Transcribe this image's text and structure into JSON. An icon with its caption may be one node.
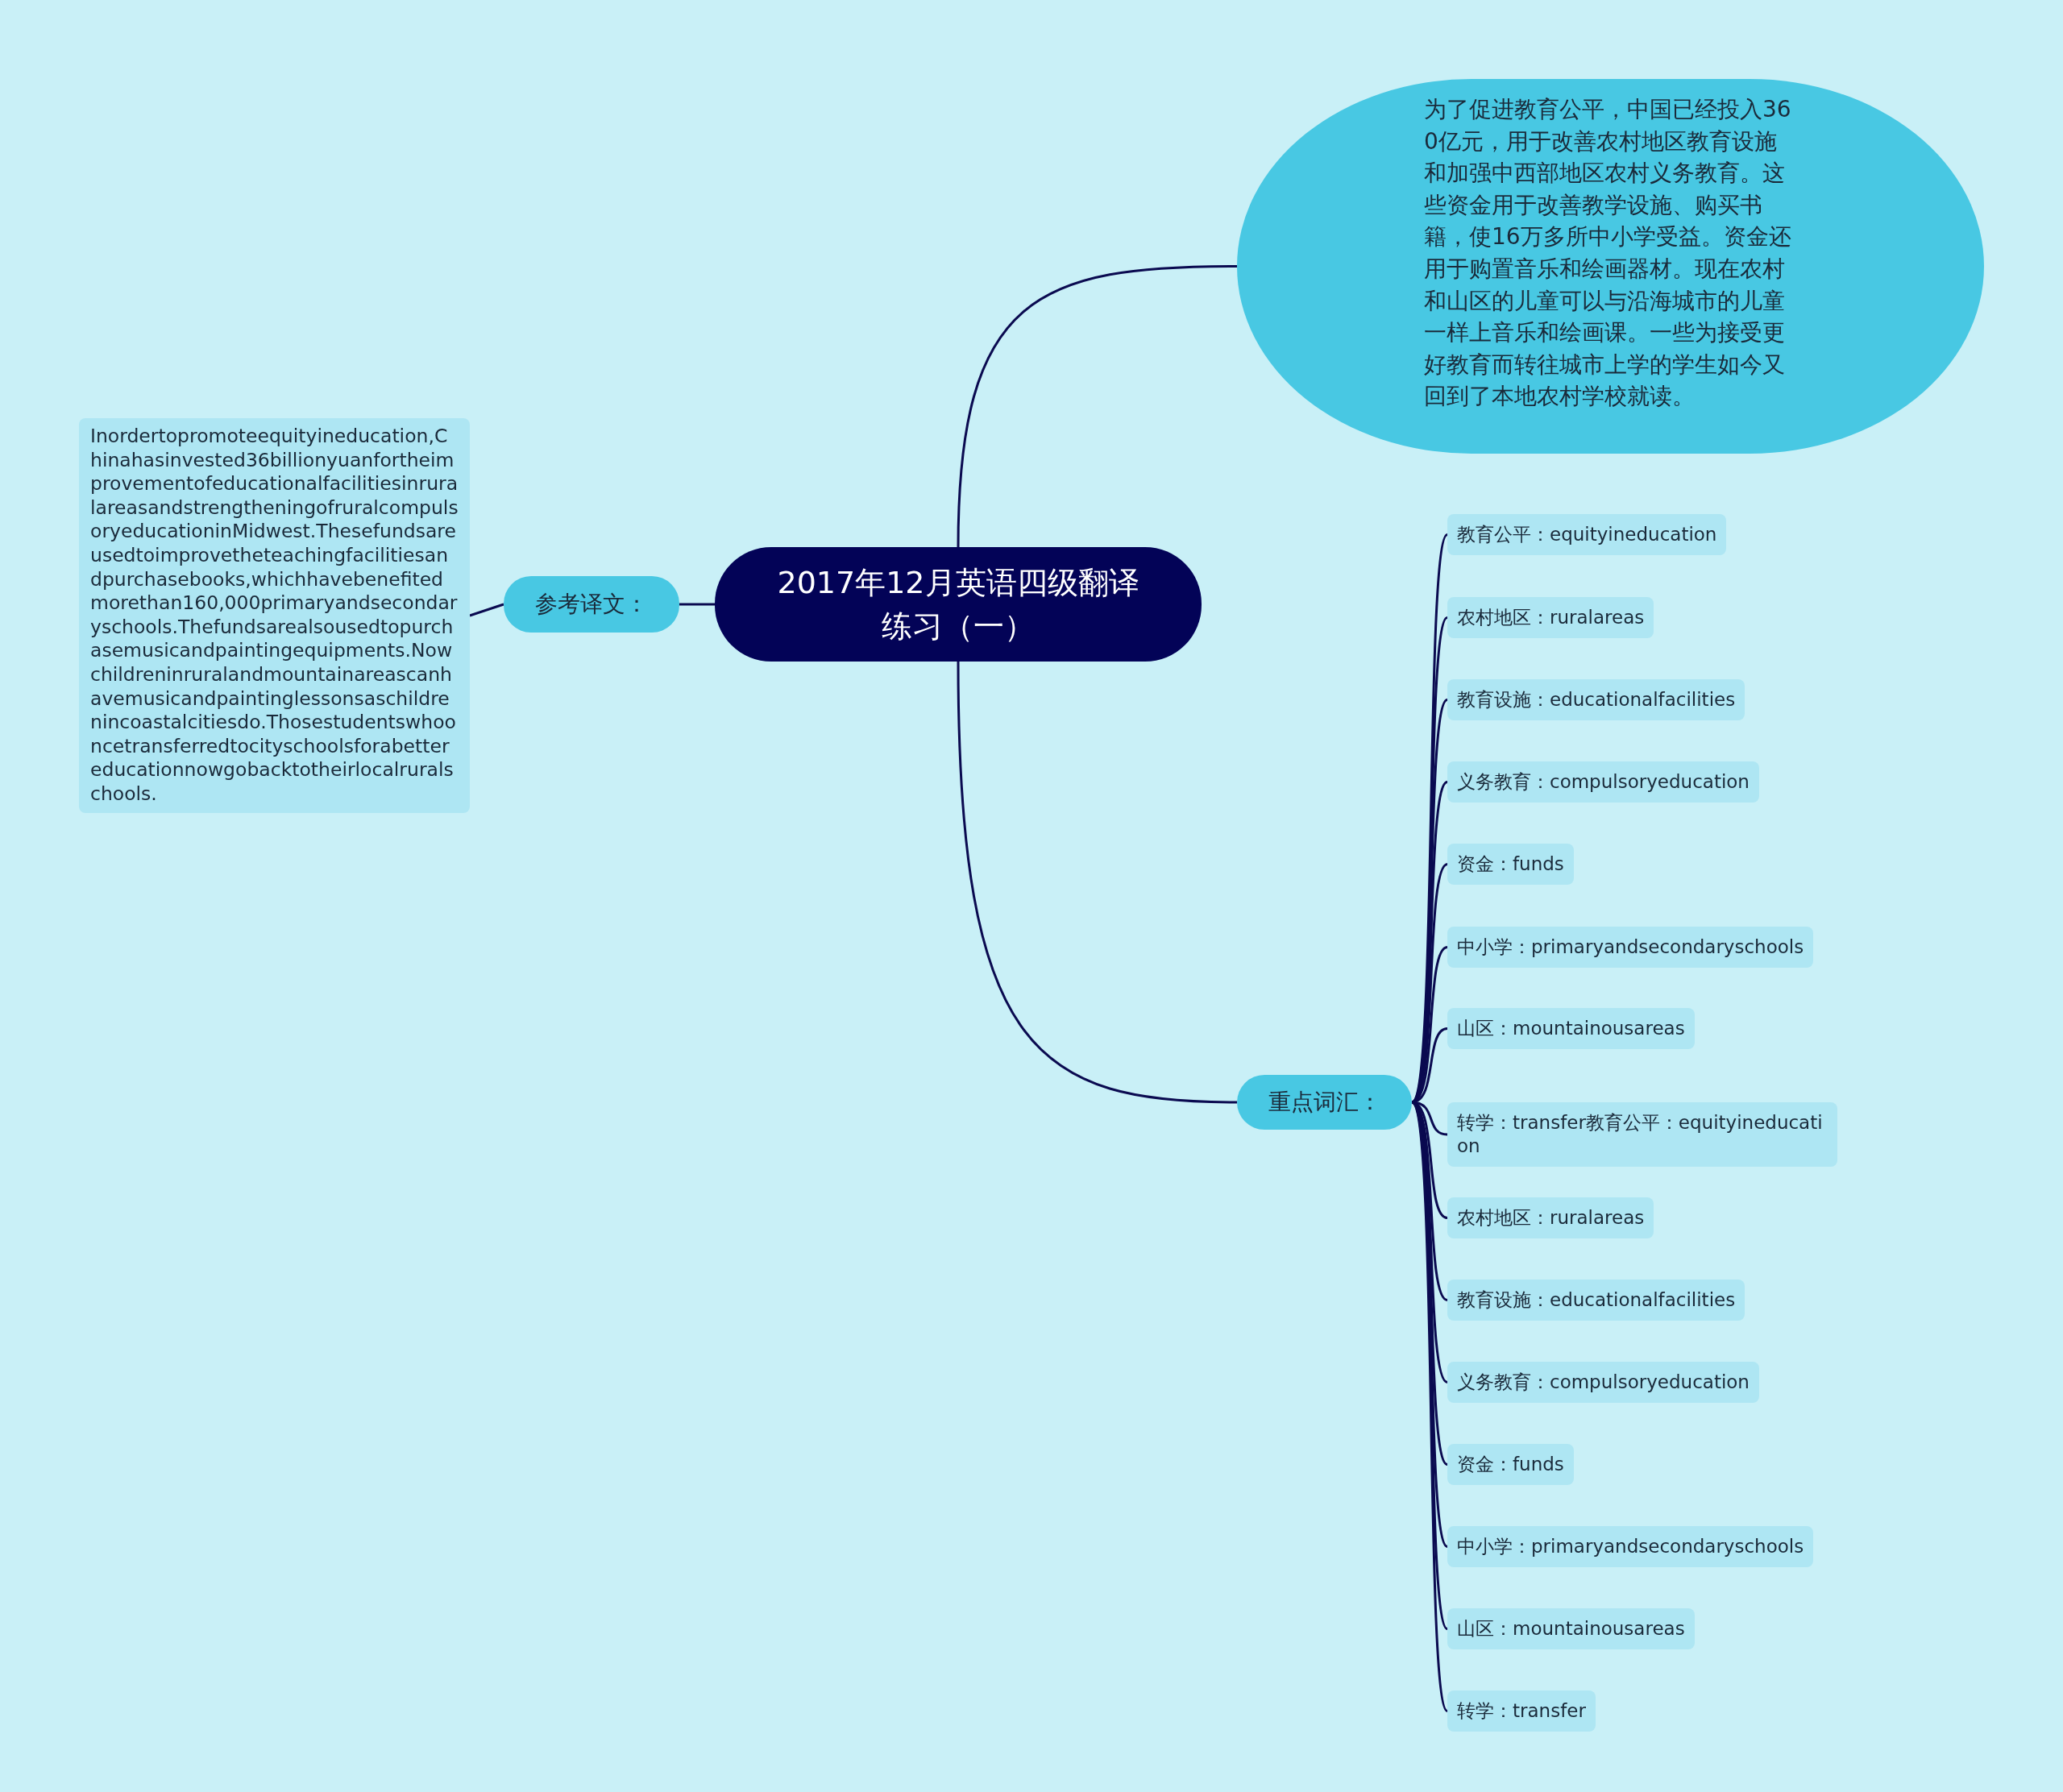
{
  "diagram": {
    "nodes": [
      {
        "text": [
          "2017年12月英语四级翻译练习（一）"
        ]
      },
      {
        "text": [
          "为了促进教育公平，中国已经投入360亿元，用于改善农村地区教育设施和加强中西部地区农村义务教育。这些资金用于改善教学设施、购买书籍，使16万多所中小学受益。资金还用于购置音乐和绘画器材。现在农村和山区的儿童可以与沿海城市的儿童一样上音乐和绘画课。一些为接受更好教育而转往城市上学的学生如今又回到了本地农村学校就读。"
        ]
      },
      {
        "text": [
          "重点词汇："
        ]
      },
      {
        "text": [
          "教育公平：equityineducation"
        ]
      },
      {
        "text": [
          "农村地区：ruralareas"
        ]
      },
      {
        "text": [
          "教育设施：educationalfacilities"
        ]
      },
      {
        "text": [
          "义务教育：compulsoryeducation"
        ]
      },
      {
        "text": [
          "资金：funds"
        ]
      },
      {
        "text": [
          "中小学：primaryandsecondaryschools"
        ]
      },
      {
        "text": [
          "山区：mountainousareas"
        ]
      },
      {
        "text": [
          "转学：transfer教育公平：equityineducation"
        ]
      },
      {
        "text": [
          "农村地区：ruralareas"
        ]
      },
      {
        "text": [
          "教育设施：educationalfacilities"
        ]
      },
      {
        "text": [
          "义务教育：compulsoryeducation"
        ]
      },
      {
        "text": [
          "资金：funds"
        ]
      },
      {
        "text": [
          "中小学：primaryandsecondaryschools"
        ]
      },
      {
        "text": [
          "山区：mountainousareas"
        ]
      },
      {
        "text": [
          "转学：transfer"
        ]
      },
      {
        "text": [
          "参考译文："
        ]
      },
      {
        "text": [
          "Inordertopromoteequityineducation,Chinahasinvested36billionyuanfortheimprovementofeducationalfacilitiesinruralareasandstrengtheningofruralcompulsoryeducationinMidwest.Thesefundsareusedtoimprovetheteachingfacilitiesandpurchasebooks,whichhavebenefitedmorethan160,000primaryandsecondaryschools.Thefundsarealsousedtopurchasemusicandpaintingequipments.Nowchildreninruralandmountainareascanhavemusicandpaintinglessonsaschildrenincoastalcitiesdo.Thosestudentswhooncetransferredtocityschoolsforabettereducationnowgobacktotheirlocalruralschools."
        ]
      }
    ],
    "edges": [
      {
        "from": 0,
        "to": 1,
        "arrow": "none"
      },
      {
        "from": 0,
        "to": 2,
        "arrow": "none"
      },
      {
        "from": 2,
        "to": 3,
        "arrow": "none"
      },
      {
        "from": 2,
        "to": 4,
        "arrow": "none"
      },
      {
        "from": 2,
        "to": 5,
        "arrow": "none"
      },
      {
        "from": 2,
        "to": 6,
        "arrow": "none"
      },
      {
        "from": 2,
        "to": 7,
        "arrow": "none"
      },
      {
        "from": 2,
        "to": 8,
        "arrow": "none"
      },
      {
        "from": 2,
        "to": 9,
        "arrow": "none"
      },
      {
        "from": 2,
        "to": 10,
        "arrow": "none"
      },
      {
        "from": 2,
        "to": 11,
        "arrow": "none"
      },
      {
        "from": 2,
        "to": 12,
        "arrow": "none"
      },
      {
        "from": 2,
        "to": 13,
        "arrow": "none"
      },
      {
        "from": 2,
        "to": 14,
        "arrow": "none"
      },
      {
        "from": 2,
        "to": 15,
        "arrow": "none"
      },
      {
        "from": 2,
        "to": 16,
        "arrow": "none"
      },
      {
        "from": 2,
        "to": 17,
        "arrow": "none"
      },
      {
        "from": 0,
        "to": 18,
        "arrow": "none"
      },
      {
        "from": 18,
        "to": 19,
        "arrow": "none"
      }
    ]
  }
}
